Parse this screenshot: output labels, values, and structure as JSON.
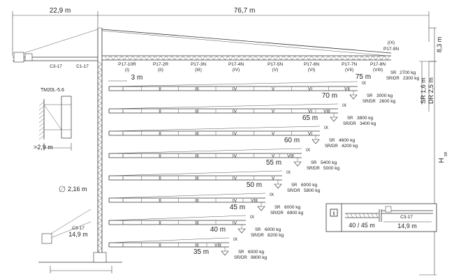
{
  "top_dims": {
    "counter_jib": "22,9 m",
    "jib": "76,7 m",
    "peak": "8,3 m"
  },
  "counter_jib_labels": {
    "left": "C3-17",
    "right": "C1-17"
  },
  "tip_section": {
    "roman": "(IX)",
    "code": "P17-9N"
  },
  "jib_sections": [
    {
      "code": "P17-10R",
      "roman": "(I)"
    },
    {
      "code": "P17-2R",
      "roman": "(II)"
    },
    {
      "code": "P17-3N",
      "roman": "(III)"
    },
    {
      "code": "P17-4N",
      "roman": "(IV)"
    },
    {
      "code": "P17-5N",
      "roman": "(V)"
    },
    {
      "code": "P17-6N",
      "roman": "(VI)"
    },
    {
      "code": "P17-7N",
      "roman": "(VII)"
    },
    {
      "code": "P17-8N",
      "roman": "(VIII)"
    }
  ],
  "min_radius": "3 m",
  "top_load": {
    "sr": "SR",
    "sr_value": "2700 kg",
    "dr": "SR/DR",
    "dr_value": "2300 kg"
  },
  "top_tip_label": "75 m",
  "right_dims": {
    "sr_dr": "SR 1,6 m",
    "dr": "DR 2,5 m",
    "height": "H",
    "height_sub": "SR"
  },
  "tie_in": {
    "label": "TM20L-5.6",
    "offset": ">2,9 m"
  },
  "mast_diameter": "2,16 m",
  "base": {
    "label": "C3-17",
    "width": "14,9 m"
  },
  "configs": [
    {
      "length": "70 m",
      "sections": [
        "I",
        "II",
        "III",
        "IV",
        "V",
        "VI",
        "VII"
      ],
      "tip": "IX",
      "sr": "SR",
      "sr_value": "3000 kg",
      "dr": "SR/DR",
      "dr_value": "2600 kg"
    },
    {
      "length": "65 m",
      "sections": [
        "I",
        "II",
        "III",
        "IV",
        "V",
        "VI",
        "VIII"
      ],
      "tip": "IX",
      "sr": "SR",
      "sr_value": "3800 kg",
      "dr": "SR/DR",
      "dr_value": "3400 kg"
    },
    {
      "length": "60 m",
      "sections": [
        "I",
        "II",
        "III",
        "IV",
        "V",
        "VI"
      ],
      "tip": "IX",
      "sr": "SR",
      "sr_value": "4600 kg",
      "dr": "SR/DR",
      "dr_value": "4200 kg"
    },
    {
      "length": "55 m",
      "sections": [
        "I",
        "II",
        "III",
        "IV",
        "V",
        "VIII"
      ],
      "tip": "IX",
      "sr": "SR",
      "sr_value": "5400 kg",
      "dr": "SR/DR",
      "dr_value": "5000 kg"
    },
    {
      "length": "50 m",
      "sections": [
        "I",
        "II",
        "III",
        "IV",
        "V"
      ],
      "tip": "IX",
      "sr": "SR",
      "sr_value": "6000 kg",
      "dr": "SR/DR",
      "dr_value": "5800 kg"
    },
    {
      "length": "45 m",
      "sections": [
        "I",
        "II",
        "III",
        "IV",
        "VIII"
      ],
      "tip": "IX",
      "sr": "SR",
      "sr_value": "6000 kg",
      "dr": "SR/DR",
      "dr_value": "6900 kg"
    },
    {
      "length": "40 m",
      "sections": [
        "I",
        "II",
        "III",
        "IV"
      ],
      "tip": "IX",
      "sr": "SR",
      "sr_value": "6000 kg",
      "dr": "SR/DR",
      "dr_value": "8200 kg"
    },
    {
      "length": "35 m",
      "sections": [
        "I",
        "II",
        "III",
        "VIII"
      ],
      "tip": "IX",
      "sr": "SR",
      "sr_value": "6000 kg",
      "dr": "SR/DR",
      "dr_value": "9800 kg"
    }
  ],
  "info_box": {
    "icon": "i",
    "range": "40 / 45 m",
    "label": "C3-17",
    "width": "14,9 m"
  }
}
